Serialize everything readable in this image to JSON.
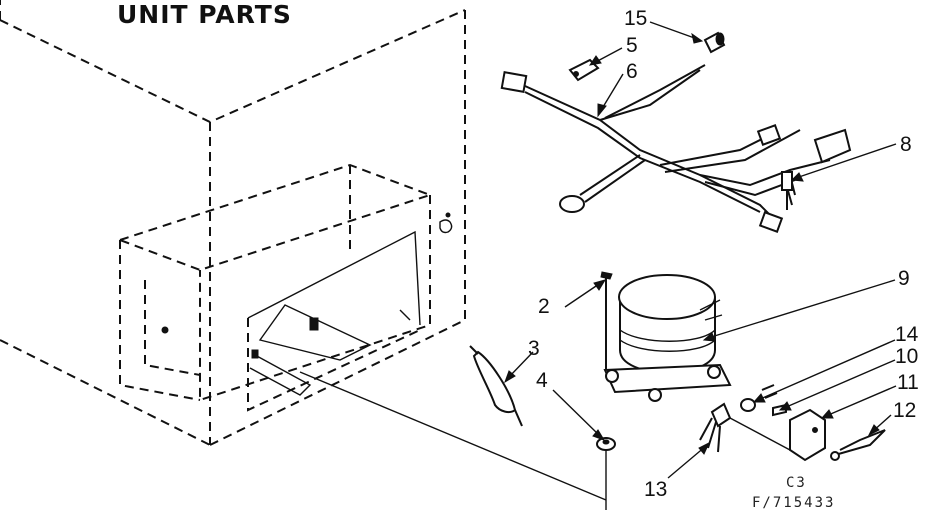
{
  "title": "UNIT PARTS",
  "callouts": {
    "c2": "2",
    "c3": "3",
    "c4": "4",
    "c5": "5",
    "c6": "6",
    "c8": "8",
    "c9": "9",
    "c10": "10",
    "c11": "11",
    "c12": "12",
    "c13": "13",
    "c14": "14",
    "c15": "15"
  },
  "drawing_code": {
    "line1": "C3",
    "line2": "F/715433"
  }
}
